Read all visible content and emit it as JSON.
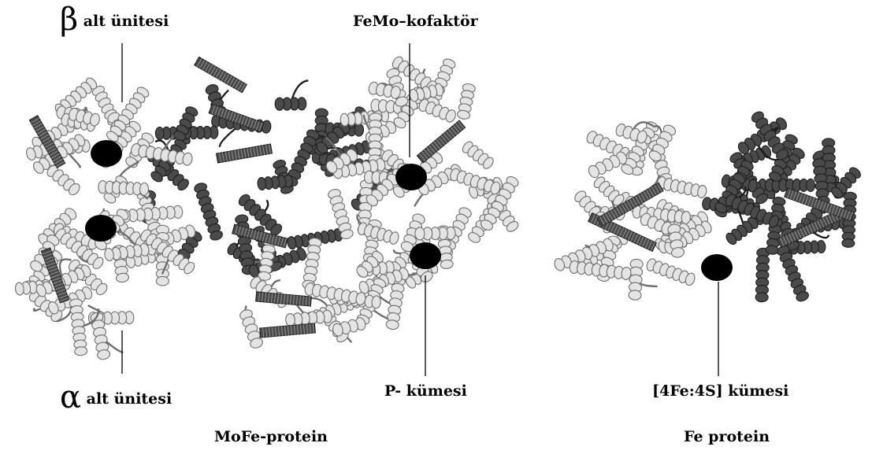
{
  "labels": {
    "beta_symbol": "β",
    "beta_text": "alt ünitesi",
    "alpha_symbol": "α",
    "alpha_text": "alt ünitesi",
    "femo_cofactor": "FeMo–kofaktör",
    "p_cluster": "P- kümesi",
    "fe4s4_cluster": "[4Fe:4S] kümesi",
    "mofe_protein": "MoFe-protein",
    "fe_protein": "Fe protein"
  },
  "colors": {
    "light_helix": "#e4e4e4",
    "light_outline": "#6e6e6e",
    "dark_helix": "#4a4a4a",
    "dark_outline": "#1e1e1e",
    "metal_cluster": "#000000",
    "background": "#ffffff"
  }
}
